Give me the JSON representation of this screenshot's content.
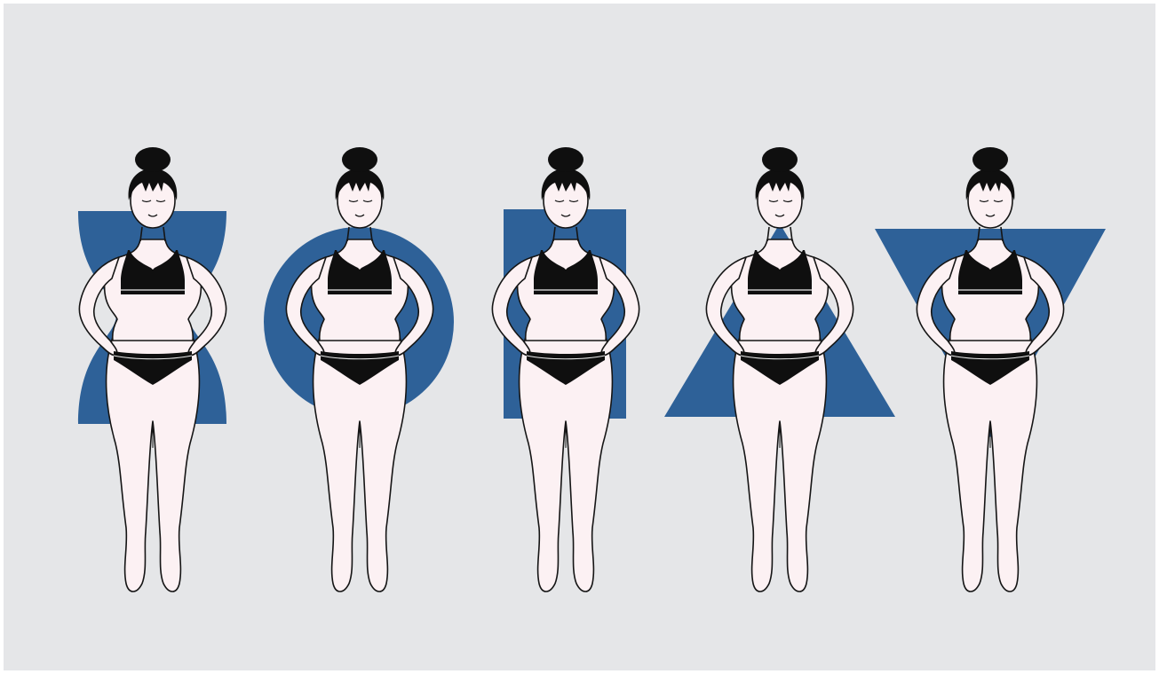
{
  "colors": {
    "background": "#e5e6e8",
    "frame": "#ffffff",
    "shape": "#2e6198",
    "skin": "#fcf1f3",
    "outline": "#151515",
    "garment": "#0f0f0f",
    "trim": "#ececec"
  },
  "figures": [
    {
      "shape": "hourglass"
    },
    {
      "shape": "circle"
    },
    {
      "shape": "rectangle"
    },
    {
      "shape": "triangle"
    },
    {
      "shape": "inverted-triangle"
    }
  ]
}
